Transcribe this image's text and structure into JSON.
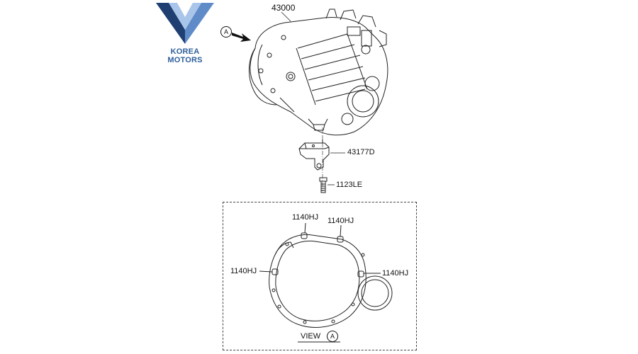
{
  "logo": {
    "text": "KOREA MOTORS",
    "colors": {
      "dark": "#1f3f73",
      "light": "#8fb6e6"
    }
  },
  "callout_letter": "A",
  "parts": {
    "transmission": "43000",
    "bracket": "43177D",
    "bolt": "1123LE"
  },
  "view": {
    "label": "VIEW",
    "letter": "A",
    "bolt_labels": [
      "1140HJ",
      "1140HJ",
      "1140HJ",
      "1140HJ"
    ]
  },
  "colors": {
    "line": "#222222",
    "dashed_border": "#444444"
  }
}
